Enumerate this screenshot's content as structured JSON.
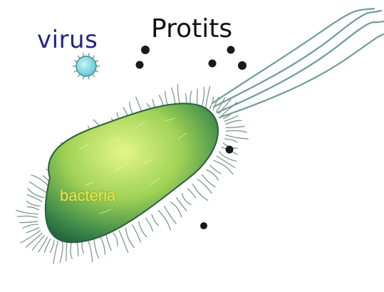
{
  "labels": {
    "virus": "virus",
    "protits": "Protits",
    "bacteria": "bacteria"
  },
  "colors": {
    "virus_label": "#23238f",
    "protits_label": "#111111",
    "bacteria_label": "#e6ea5a",
    "bacteria_body_light": "#d9f07a",
    "bacteria_body_dark": "#1f5c3a",
    "virus_fill": "#7fd8e0",
    "protist_dot": "#1a1a1a"
  }
}
